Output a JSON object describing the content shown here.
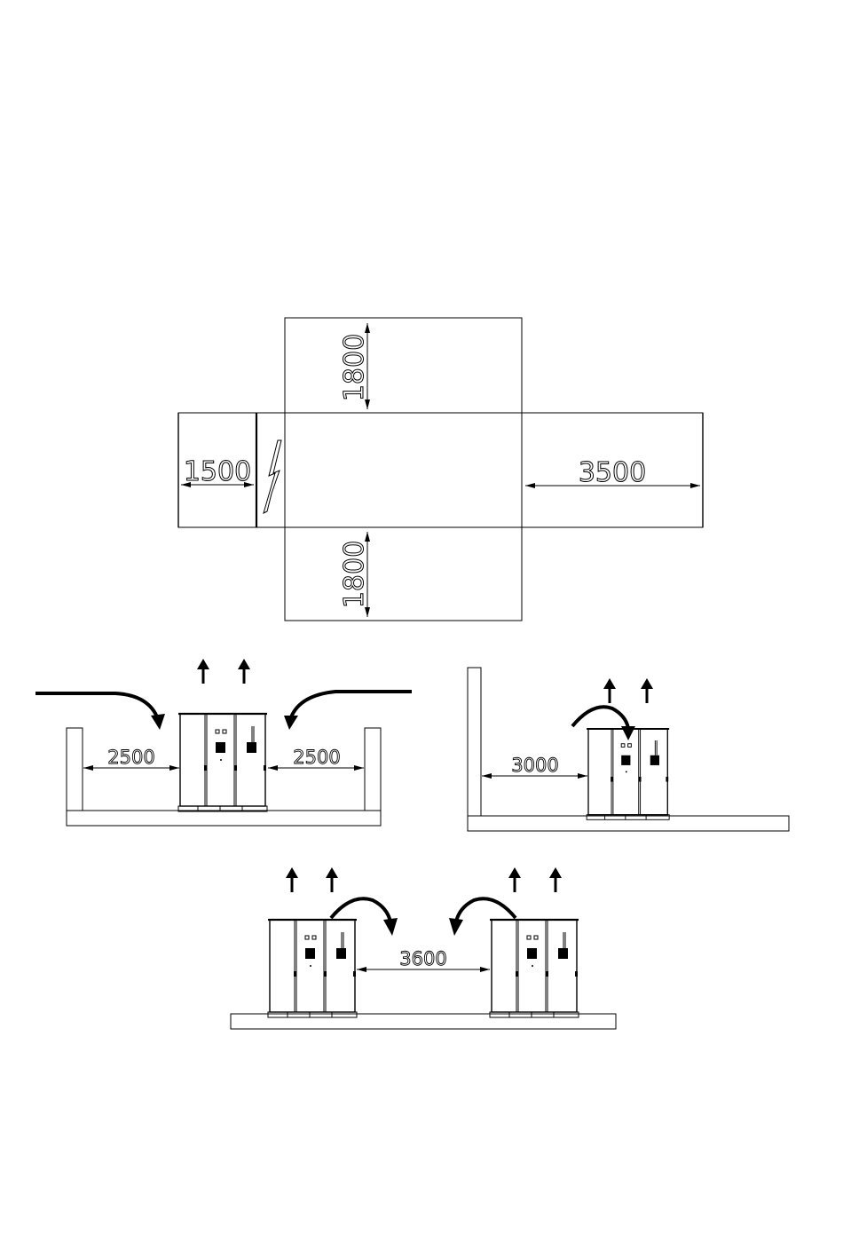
{
  "top_plan": {
    "dim_top": "1800",
    "dim_bottom": "1800",
    "dim_left": "1500",
    "dim_right": "3500"
  },
  "section_a": {
    "dim_left": "2500",
    "dim_right": "2500"
  },
  "section_b": {
    "dim_wall": "3000"
  },
  "section_c": {
    "dim_between": "3600"
  },
  "colors": {
    "line": "#000000",
    "background": "#ffffff"
  }
}
